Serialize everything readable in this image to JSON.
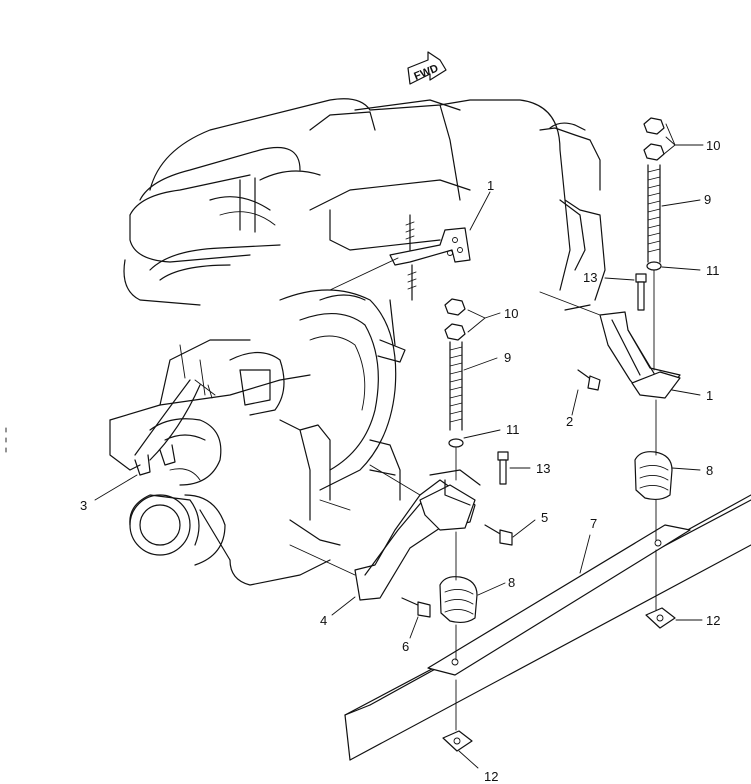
{
  "diagram": {
    "direction_tag": "FWD",
    "part_labels": {
      "p1_top": "1",
      "p1_right": "1",
      "p2": "2",
      "p3": "3",
      "p4": "4",
      "p5": "5",
      "p6": "6",
      "p7": "7",
      "p8_right": "8",
      "p8_center": "8",
      "p9_right": "9",
      "p9_center": "9",
      "p10_right": "10",
      "p10_center": "10",
      "p11_right": "11",
      "p11_center": "11",
      "p12_right": "12",
      "p12_bottom": "12",
      "p13_right": "13",
      "p13_center": "13"
    }
  }
}
